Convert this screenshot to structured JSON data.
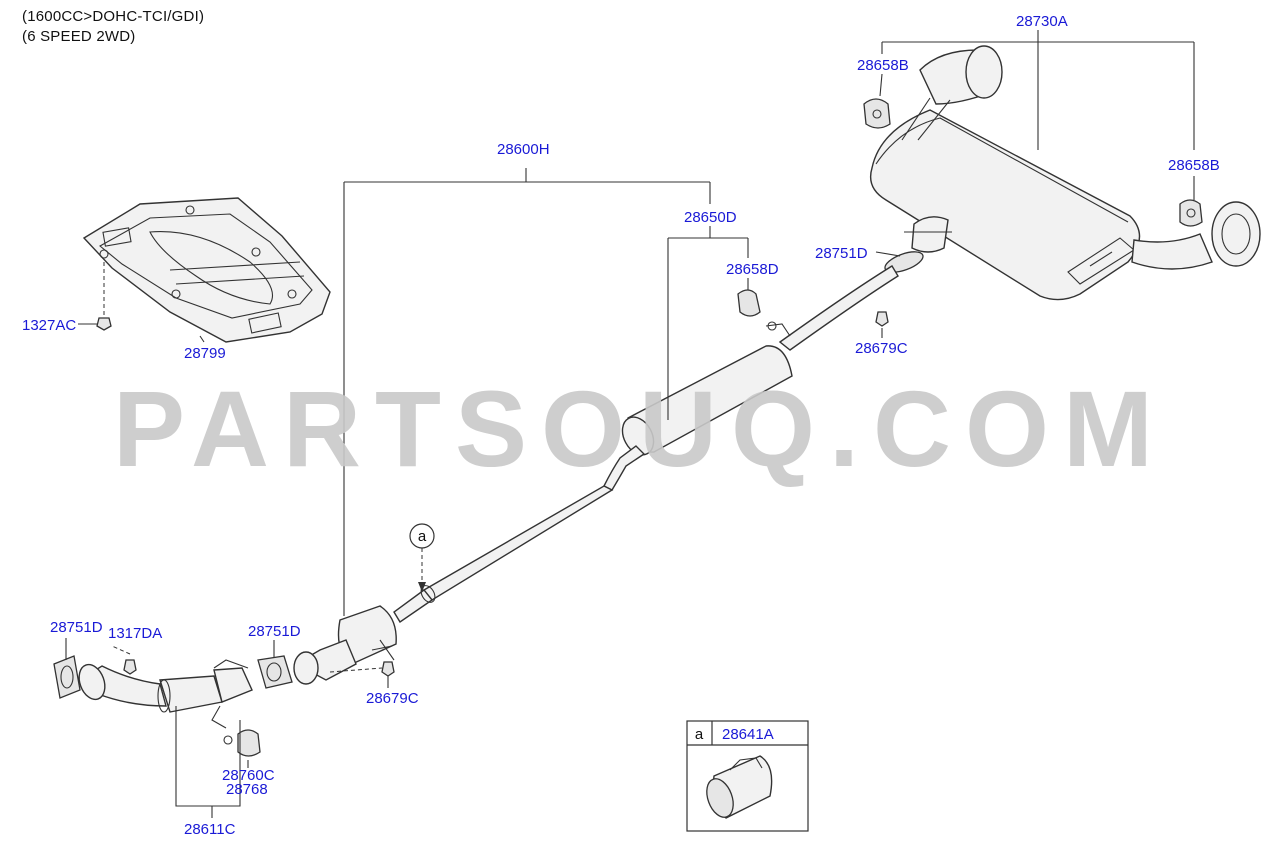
{
  "header": {
    "line1": "(1600CC>DOHC-TCI/GDI)",
    "line2": "(6 SPEED 2WD)"
  },
  "watermark": "PARTSOUQ.COM",
  "callout_a": "a",
  "inset": {
    "ref": "a",
    "part": "28641A"
  },
  "parts": {
    "p28730A": "28730A",
    "p28658B_top": "28658B",
    "p28658B_right": "28658B",
    "p28600H": "28600H",
    "p28650D": "28650D",
    "p28658D": "28658D",
    "p28751D_mid": "28751D",
    "p28679C_top": "28679C",
    "p1327AC": "1327AC",
    "p28799": "28799",
    "p28751D_left": "28751D",
    "p1317DA": "1317DA",
    "p28751D_center": "28751D",
    "p28679C_bottom": "28679C",
    "p28760C": "28760C",
    "p28768": "28768",
    "p28611C": "28611C"
  },
  "colors": {
    "link": "#1a1ad6",
    "watermark": "#c9c9c9",
    "line": "#333333"
  }
}
